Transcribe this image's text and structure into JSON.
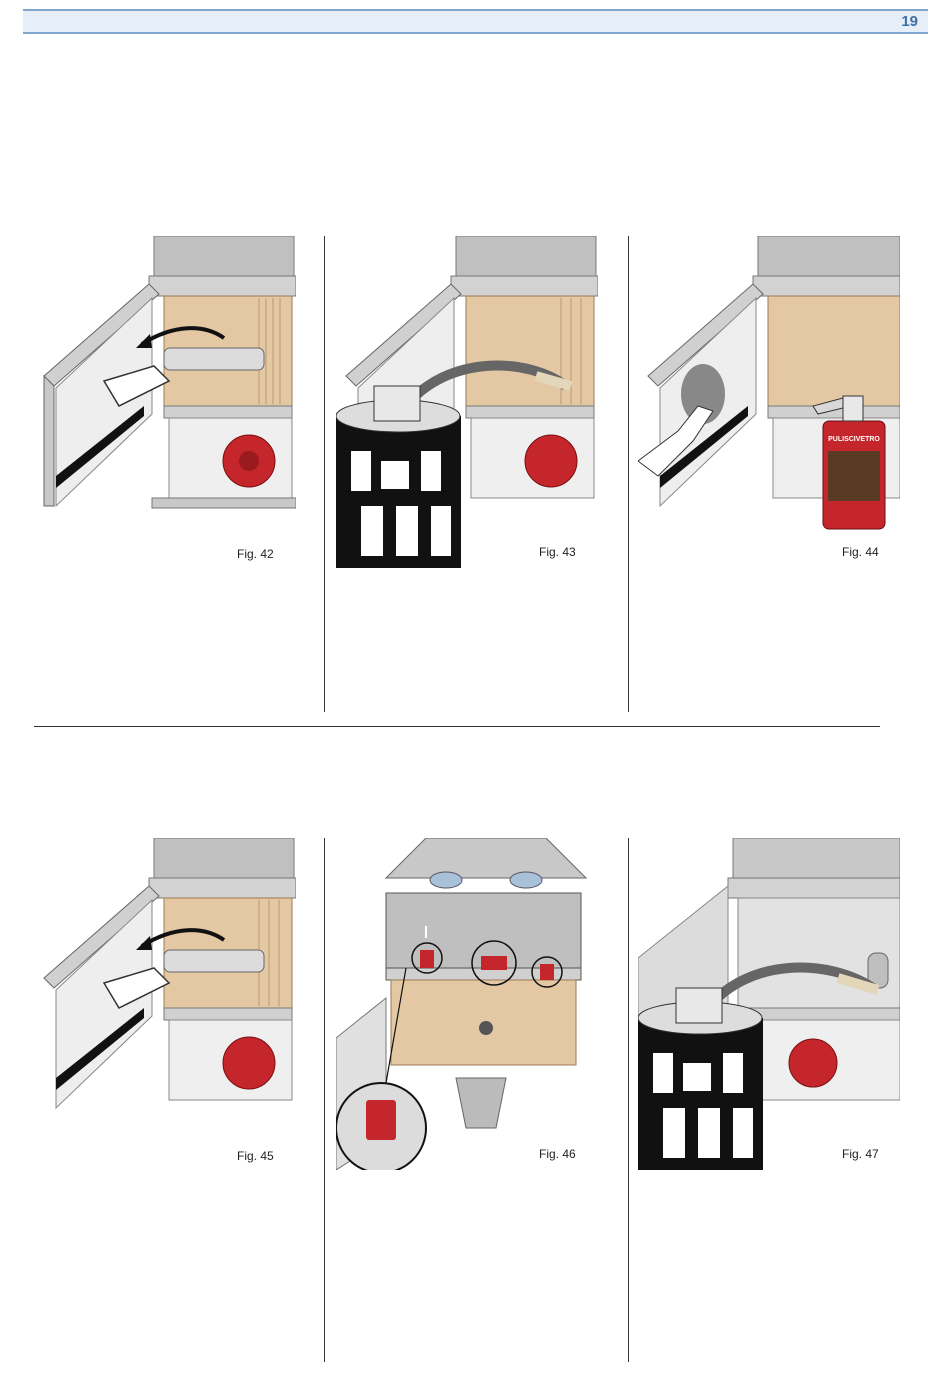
{
  "page": {
    "number": "19"
  },
  "figures": [
    {
      "id": "fig42",
      "caption": "Fig. 42"
    },
    {
      "id": "fig43",
      "caption": "Fig. 43"
    },
    {
      "id": "fig44",
      "caption": "Fig. 44"
    },
    {
      "id": "fig45",
      "caption": "Fig. 45"
    },
    {
      "id": "fig46",
      "caption": "Fig. 46"
    },
    {
      "id": "fig47",
      "caption": "Fig. 47"
    }
  ],
  "bottle_label": "PULISCIVETRO",
  "colors": {
    "header_bg": "#e6eef8",
    "header_border": "#7fa6cf",
    "page_number": "#3e6fa8",
    "firebox": "#e4c8a4",
    "metal": "#c9c9c9",
    "red_part": "#c4262b"
  }
}
